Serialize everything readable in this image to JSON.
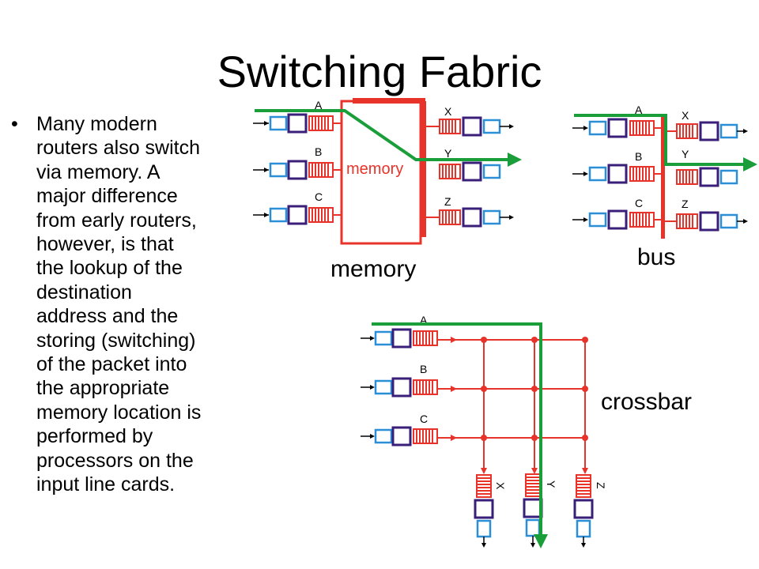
{
  "slide": {
    "title": "Switching Fabric",
    "bullet_symbol": "•",
    "bullet_lines": [
      "Many modern",
      "routers also switch",
      "via memory.  A",
      "major difference",
      "from early routers,",
      "however, is that",
      "the lookup of the",
      "destination",
      "address and the",
      "storing (switching)",
      "of the packet into",
      "the appropriate",
      "memory location is",
      "performed by",
      "processors on the",
      "input line cards."
    ]
  },
  "diagrams": {
    "memory": {
      "caption": "memory",
      "box_label": "memory",
      "inputs": [
        "A",
        "B",
        "C"
      ],
      "outputs": [
        "X",
        "Y",
        "Z"
      ]
    },
    "bus": {
      "caption": "bus",
      "inputs": [
        "A",
        "B",
        "C"
      ],
      "outputs": [
        "X",
        "Y",
        "Z"
      ]
    },
    "crossbar": {
      "caption": "crossbar",
      "inputs": [
        "A",
        "B",
        "C"
      ],
      "outputs": [
        "X",
        "Y",
        "Z"
      ]
    }
  },
  "colors": {
    "red": "#e8332a",
    "green": "#1a9e3a",
    "navy": "#3a1f7a",
    "cyan": "#2a8fd6"
  },
  "icons": {
    "input_port": "port-icon",
    "queue_buffer": "buffer-icon",
    "arrow": "arrow-icon"
  }
}
